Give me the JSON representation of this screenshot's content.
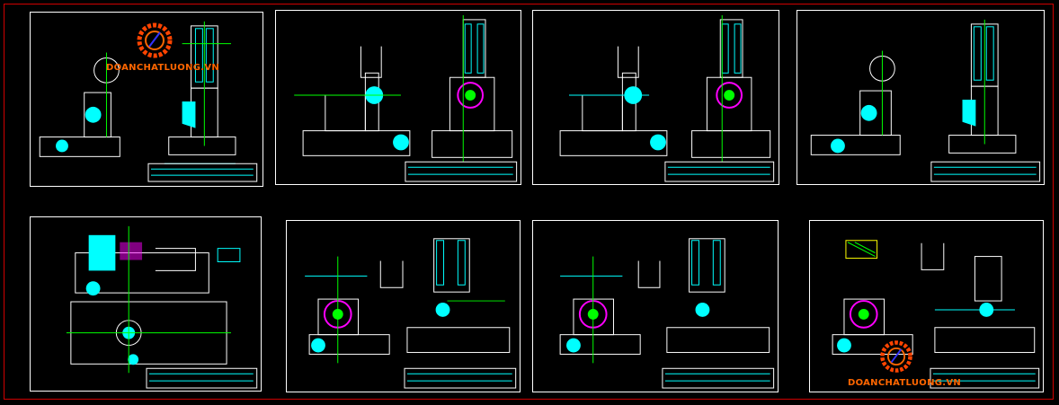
{
  "watermark": {
    "text": "DOANCHATLUONG.VN",
    "color": "#ff6600"
  },
  "colors": {
    "background": "#000000",
    "frame": "#ffffff",
    "outer_border": "#d00000",
    "cyan": "#00ffff",
    "green": "#00ff00",
    "magenta": "#ff00ff",
    "blue": "#3333ff",
    "yellow": "#ffff00",
    "red": "#ff0000"
  },
  "sheets": [
    {
      "id": "sheet-1",
      "view": "fixture-side-view"
    },
    {
      "id": "sheet-2",
      "view": "fork-fixture-view"
    },
    {
      "id": "sheet-3",
      "view": "fork-fixture-view"
    },
    {
      "id": "sheet-4",
      "view": "fixture-side-view"
    },
    {
      "id": "sheet-5",
      "view": "plan-and-section"
    },
    {
      "id": "sheet-6",
      "view": "fork-operation-view"
    },
    {
      "id": "sheet-7",
      "view": "fork-operation-view"
    },
    {
      "id": "sheet-8",
      "view": "fork-operation-view"
    }
  ]
}
